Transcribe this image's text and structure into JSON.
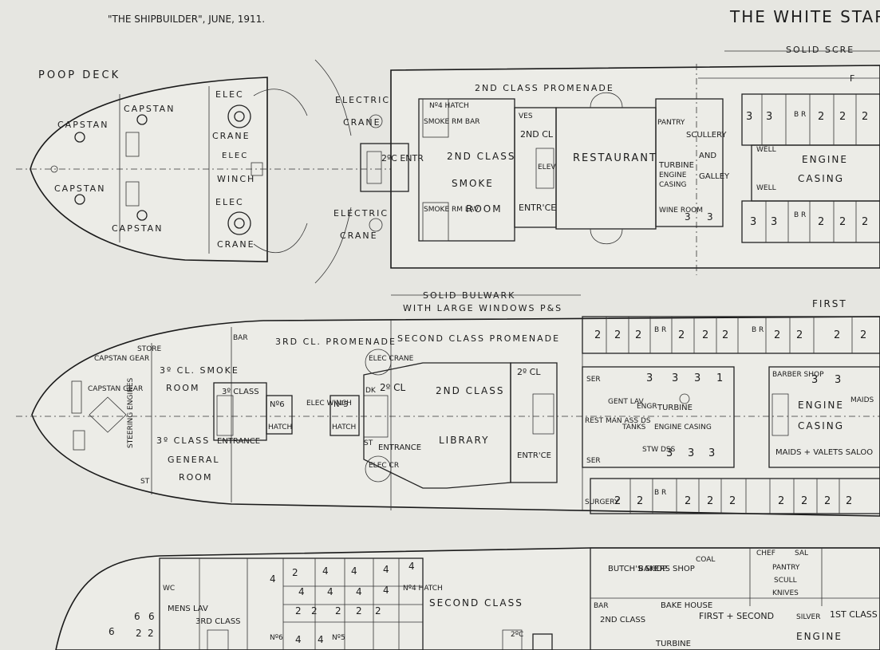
{
  "header": {
    "source": "\"THE SHIPBUILDER\", JUNE, 1911.",
    "title_partial": "THE WHITE STAR"
  },
  "deck1": {
    "poop_deck": "POOP DECK",
    "capstan": "CAPSTAN",
    "elec": "ELEC",
    "crane": "CRANE",
    "winch": "WINCH",
    "electric": "ELECTRIC",
    "solid_screen": "SOLID SCRE",
    "promenade": "2ND CLASS PROMENADE",
    "f": "F",
    "no4_hatch": "Nº4 HATCH",
    "smoke_rm_bar": "SMOKE RM BAR",
    "vest": "VES",
    "entr_2c": "2ºC ENTR",
    "smoke_room_2c": "2ND CLASS",
    "smoke": "SMOKE",
    "room": "ROOM",
    "smoke_rm_lav": "SMOKE RM LAV",
    "cl2": "2ND CL",
    "elev": "ELEV",
    "entrce": "ENTR'CE",
    "restaurant": "RESTAURANT",
    "pantry": "PANTRY",
    "scullery": "SCULLERY",
    "and": "AND",
    "galley": "GALLEY",
    "turbine": "TURBINE",
    "engine": "ENGINE",
    "casing": "CASING",
    "wine_room": "WINE ROOM",
    "well": "WELL",
    "engine_casing_1": "ENGINE",
    "engine_casing_2": "CASING",
    "br": "B R"
  },
  "deck2": {
    "solid_bulwark": "SOLID BULWARK",
    "large_windows": "WITH LARGE WINDOWS P&S",
    "first": "FIRST",
    "capstan_gear": "CAPSTAN GEAR",
    "store": "STORE",
    "bar": "BAR",
    "smoke_3cl": "3º CL. SMOKE",
    "room": "ROOM",
    "promenade_3rd": "3RD CL. PROMENADE",
    "promenade_2nd": "SECOND CLASS PROMENADE",
    "third_class": "3º CLASS",
    "entrance": "ENTRANCE",
    "general": "GENERAL",
    "no6": "Nº6",
    "hatch": "HATCH",
    "elec_winch": "ELEC WINCH",
    "no5": "Nº5",
    "elec_crane": "ELEC CRANE",
    "elec_cr": "ELEC CR",
    "cl2": "2º CL",
    "second_class": "2ND CLASS",
    "library": "LIBRARY",
    "entrance2": "ENTRANCE",
    "entrce": "ENTR'CE",
    "st": "ST",
    "dk": "DK",
    "steering_engines": "STEERING ENGINES",
    "barber_shop": "BARBER SHOP",
    "engine": "ENGINE",
    "casing": "CASING",
    "maids": "MAIDS",
    "maids_valets": "MAIDS + VALETS SALOO",
    "turbine": "TURBINE",
    "engine_casing": "ENGINE CASING",
    "engr": "ENGR",
    "tanks": "TANKS",
    "surgery": "SURGERY",
    "rest_man": "REST MAN ASS DS",
    "ser": "SER",
    "gent_lav": "GENT LAV",
    "stw_dss": "STW DSS"
  },
  "deck3": {
    "second_class": "SECOND CLASS",
    "mens_lav": "MENS LAV",
    "third_class": "3RD CLASS",
    "no6": "Nº6",
    "no5": "Nº5",
    "wc": "WC",
    "butchs_shop": "BUTCH'S SHOP",
    "bakers_shop": "BAKERS SHOP",
    "coal": "COAL",
    "bar": "BAR",
    "cl2": "2ND CLASS",
    "bake_house": "BAKE HOUSE",
    "first_second": "FIRST + SECOND",
    "first_class": "1ST CLASS",
    "engine": "ENGINE",
    "turbine": "TURBINE",
    "pantry": "PANTRY",
    "scull": "SCULL",
    "knives": "KNIVES",
    "silver": "SILVER",
    "sal": "SAL",
    "chef": "CHEF",
    "cl2_short": "2ºC",
    "no4_hatch": "Nº4 HATCH"
  },
  "cabin_numbers": {
    "two": "2",
    "three": "3",
    "four": "4",
    "six": "6",
    "one": "1"
  }
}
